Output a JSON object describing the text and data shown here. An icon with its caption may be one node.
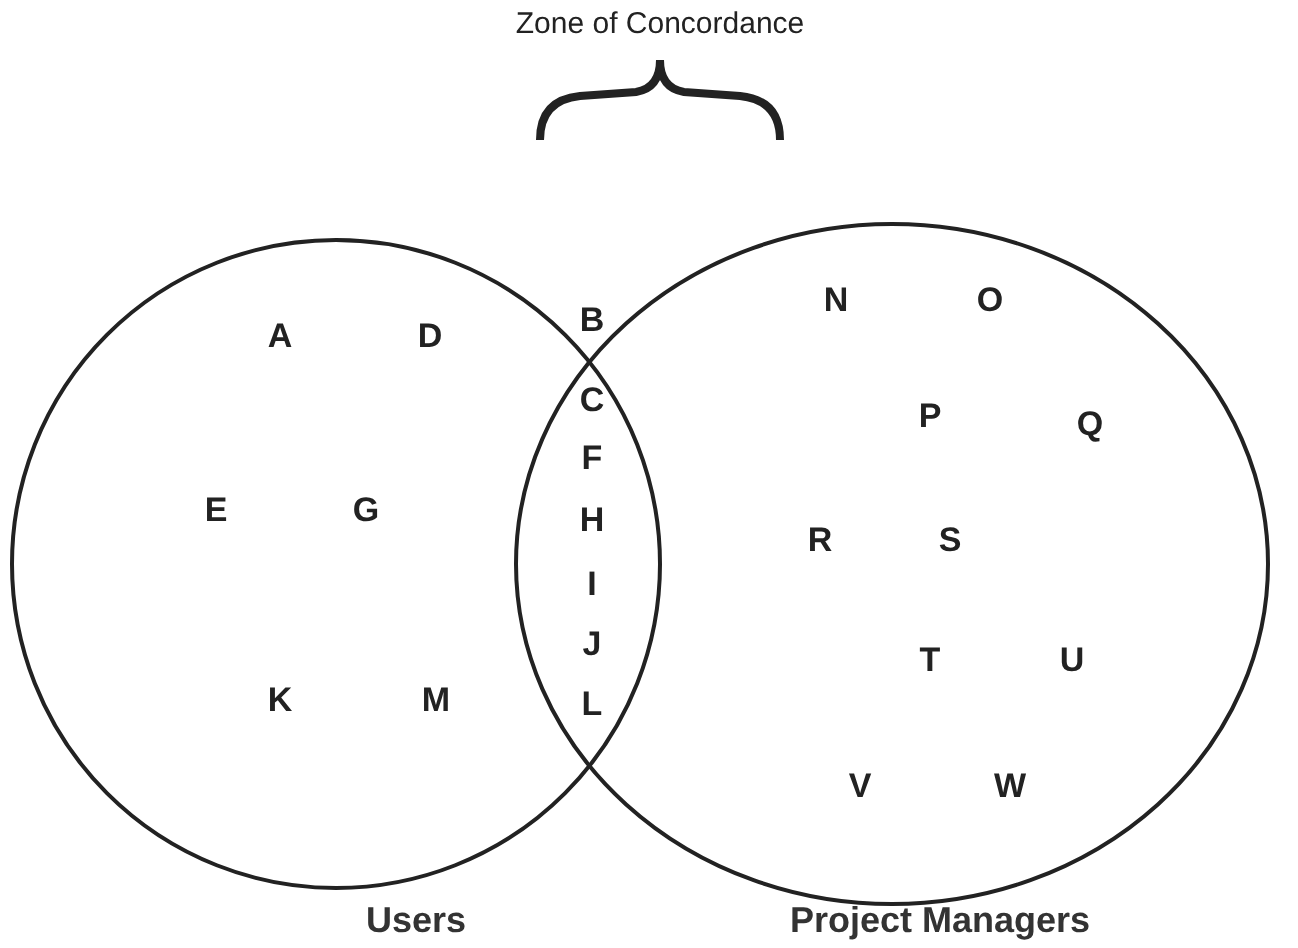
{
  "diagram": {
    "nodes": [
      {
        "text": [
          "Users"
        ]
      },
      {
        "text": [
          "Project Managers"
        ]
      }
    ],
    "edges": [],
    "labels": [
      "Zone of Concordance",
      "A",
      "D",
      "B",
      "N",
      "O",
      "C",
      "F",
      "P",
      "Q",
      "E",
      "G",
      "H",
      "R",
      "S",
      "I",
      "J",
      "T",
      "U",
      "K",
      "M",
      "L",
      "V",
      "W"
    ]
  }
}
